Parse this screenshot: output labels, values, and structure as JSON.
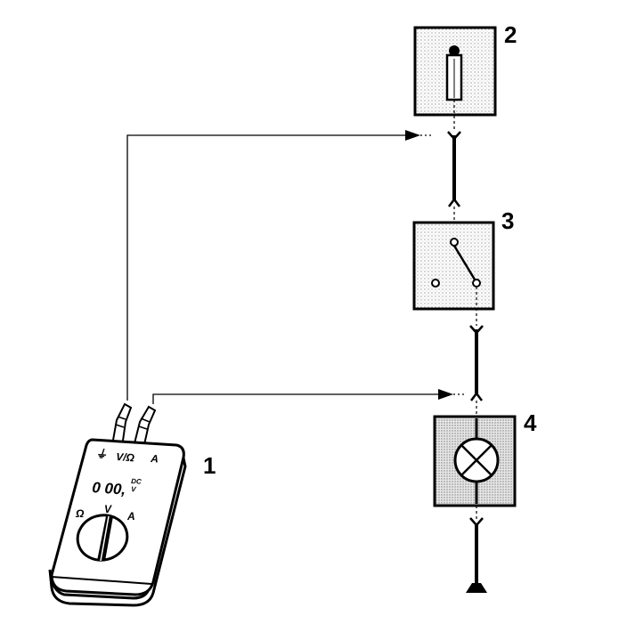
{
  "callouts": {
    "multimeter": "1",
    "fuse": "2",
    "switch": "3",
    "lamp": "4"
  },
  "multimeter": {
    "terminal_ground": "⏚",
    "terminal_v_ohm": "V/Ω",
    "terminal_a": "A",
    "display_value": "0 00,",
    "display_unit": "DC",
    "display_unit2": "V",
    "dial_ohm": "Ω",
    "dial_v": "V",
    "dial_a": "A"
  },
  "colors": {
    "line": "#000000",
    "shade": "#d8d8d8"
  }
}
